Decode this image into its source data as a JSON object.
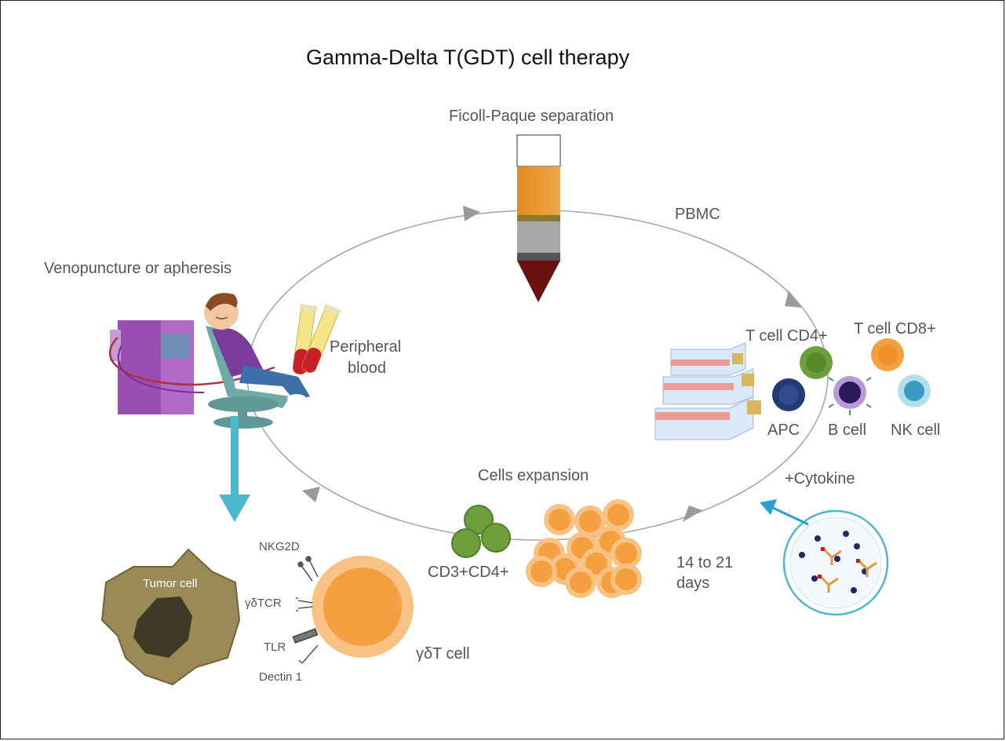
{
  "title": "Gamma-Delta T(GDT) cell therapy",
  "labels": {
    "ficoll": "Ficoll-Paque separation",
    "pbmc": "PBMC",
    "venopuncture": "Venopuncture or apheresis",
    "peripheral_blood": [
      "Peripheral",
      "blood"
    ],
    "t_cell_cd4": "T cell CD4+",
    "t_cell_cd8": "T cell CD8+",
    "apc": "APC",
    "b_cell": "B cell",
    "nk_cell": "NK cell",
    "cytokine": "+Cytokine",
    "cells_expansion": "Cells expansion",
    "cd3cd4": "CD3+CD4+",
    "days": [
      "14 to 21",
      "days"
    ],
    "tumor_cell": "Tumor cell",
    "gdt_cell": "γδT cell",
    "receptors": {
      "nkg2d": "NKG2D",
      "gdtcr": "γδTCR",
      "tlr": "TLR",
      "dectin": "Dectin 1"
    }
  },
  "colors": {
    "orange": "#f5a040",
    "green": "#6e9e3c",
    "navy": "#233a72",
    "cyan_arrow": "#4db7cf",
    "dark_red": "#6b1010",
    "tumor": "#9a8a58",
    "cycle": "#9a9a9a"
  }
}
